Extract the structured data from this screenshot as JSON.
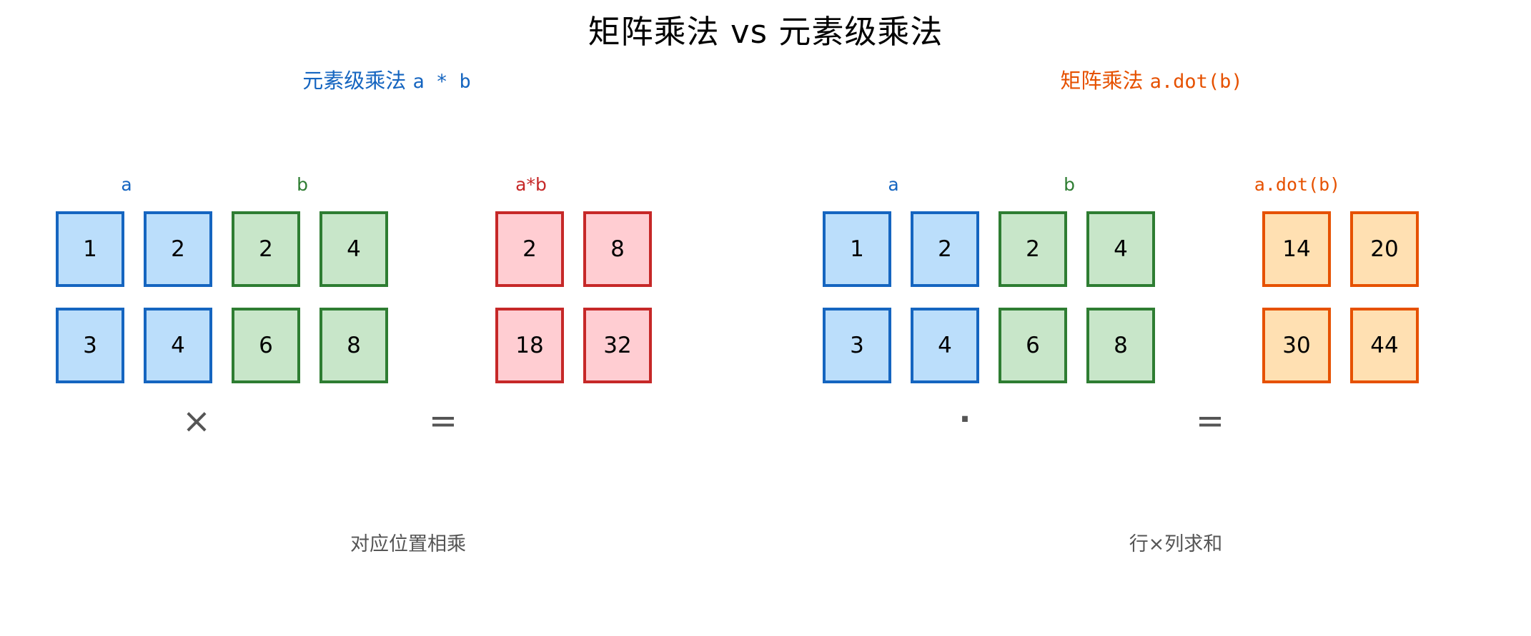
{
  "title": "矩阵乘法 vs 元素级乘法",
  "colors": {
    "blue_fill": "#bbdefb",
    "blue_edge": "#1565c0",
    "green_fill": "#c8e6c9",
    "green_edge": "#2e7d32",
    "red_fill": "#ffcdd2",
    "red_edge": "#c62828",
    "orange_fill": "#ffe0b2",
    "orange_edge": "#e65100"
  },
  "left_panel": {
    "title_zh": "元素级乘法",
    "title_code": "a * b",
    "matrix_a": {
      "label": "a",
      "values": [
        [
          "1",
          "2"
        ],
        [
          "3",
          "4"
        ]
      ]
    },
    "matrix_b": {
      "label": "b",
      "values": [
        [
          "2",
          "4"
        ],
        [
          "6",
          "8"
        ]
      ]
    },
    "result": {
      "label": "a*b",
      "values": [
        [
          "2",
          "8"
        ],
        [
          "18",
          "32"
        ]
      ]
    },
    "operator": "×",
    "equals": "=",
    "caption": "对应位置相乘"
  },
  "right_panel": {
    "title_zh": "矩阵乘法",
    "title_code": "a.dot(b)",
    "matrix_a": {
      "label": "a",
      "values": [
        [
          "1",
          "2"
        ],
        [
          "3",
          "4"
        ]
      ]
    },
    "matrix_b": {
      "label": "b",
      "values": [
        [
          "2",
          "4"
        ],
        [
          "6",
          "8"
        ]
      ]
    },
    "result": {
      "label": "a.dot(b)",
      "values": [
        [
          "14",
          "20"
        ],
        [
          "30",
          "44"
        ]
      ]
    },
    "operator": "·",
    "equals": "=",
    "caption": "行×列求和"
  }
}
